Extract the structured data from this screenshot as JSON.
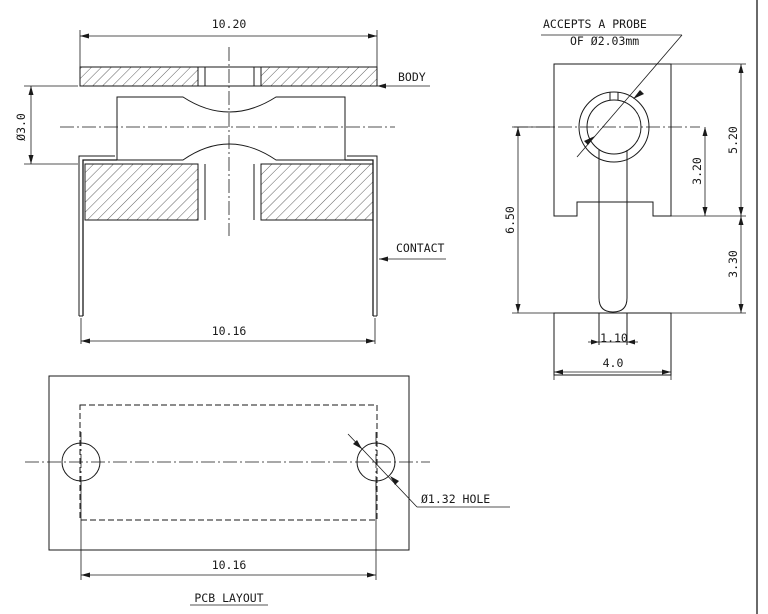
{
  "labels": {
    "body": "BODY",
    "contact": "CONTACT",
    "probe_line1": "ACCEPTS A PROBE",
    "probe_line2": "OF  Ø2.03mm",
    "hole": "Ø1.32 HOLE",
    "pcb_layout": "PCB LAYOUT"
  },
  "dimensions": {
    "body_width": "10.20",
    "contact_pitch": "10.16",
    "pcb_pitch": "10.16",
    "bore_diameter": "Ø3.0",
    "overall_height": "6.50",
    "top_height": "5.20",
    "center_height": "3.20",
    "lower_height": "3.30",
    "slot_width": "1.10",
    "side_width": "4.0"
  },
  "colors": {
    "line": "#1a1a1a",
    "background": "#ffffff"
  }
}
